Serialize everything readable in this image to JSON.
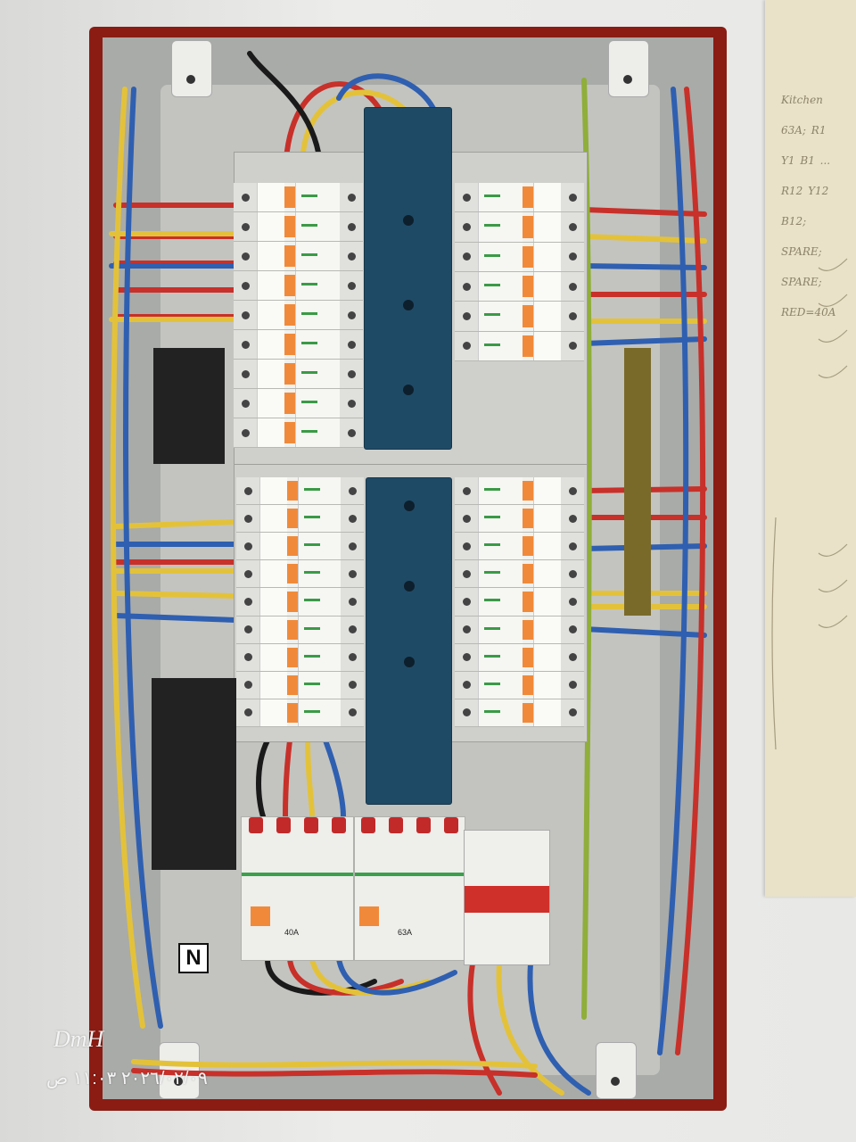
{
  "photo": {
    "subject": "distribution-board",
    "neutral_label": "N",
    "rcd_ratings": [
      "40A",
      "63A"
    ],
    "watermark": {
      "name": "DmH",
      "datetime": "٢٠٢٦/٠٢/٠٩ ١١:٠٣ ص"
    },
    "tape_notes": "Kitchen 63A; R1 Y1 B1 ... R12 Y12 B12; SPARE; SPARE; RED=40A"
  },
  "colors": {
    "red": "#c8302a",
    "yellow": "#e3c23a",
    "blue": "#2f5fb0",
    "black": "#1a1a1a",
    "green_yellow": "#8fae3a",
    "busbar": "#1f4a66",
    "toggle": "#f08a3a"
  }
}
